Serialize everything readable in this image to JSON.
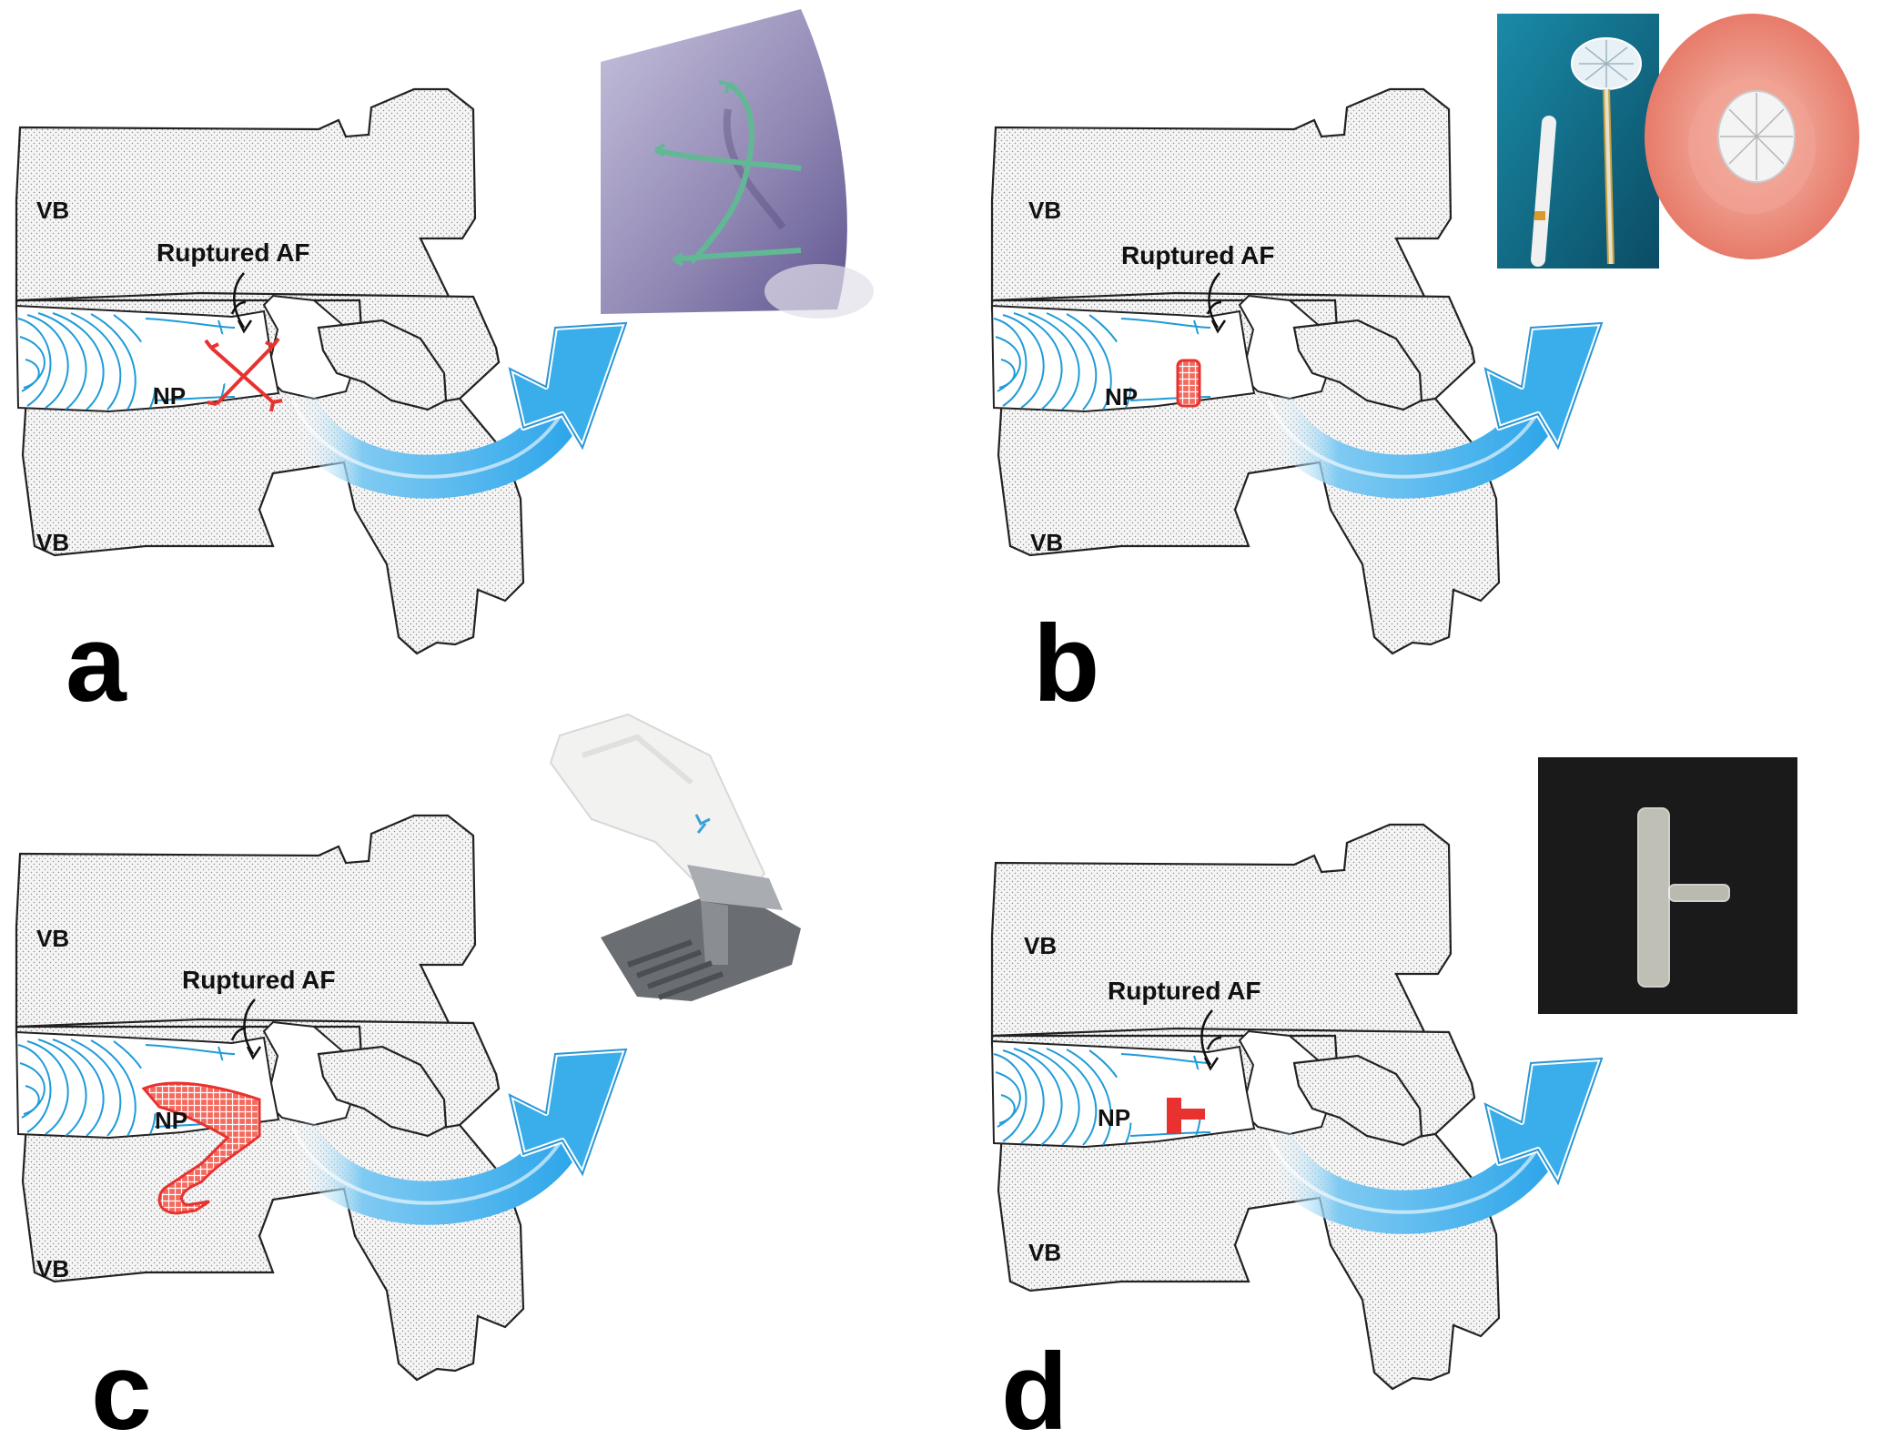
{
  "panels": [
    {
      "id": "a",
      "letter": "a",
      "vb_top": "VB",
      "vb_bottom": "VB",
      "np": "NP",
      "af_label": "Ruptured AF",
      "device": "suture-repair",
      "photo": "suture-photo"
    },
    {
      "id": "b",
      "letter": "b",
      "vb_top": "VB",
      "vb_bottom": "VB",
      "np": "NP",
      "af_label": "Ruptured AF",
      "device": "mesh-plug",
      "photo": "mesh-device-photos"
    },
    {
      "id": "c",
      "letter": "c",
      "vb_top": "VB",
      "vb_bottom": "VB",
      "np": "NP",
      "af_label": "Ruptured AF",
      "device": "anchored-mesh-barrier",
      "photo": "barrier-implant-photo"
    },
    {
      "id": "d",
      "letter": "d",
      "vb_top": "VB",
      "vb_bottom": "VB",
      "np": "NP",
      "af_label": "Ruptured AF",
      "device": "t-shaped-plug",
      "photo": "t-plug-photo"
    }
  ],
  "colors": {
    "fiber": "#1f9bd8",
    "arrow": "#3aaeea",
    "device": "#e8322f",
    "outline": "#222222"
  }
}
